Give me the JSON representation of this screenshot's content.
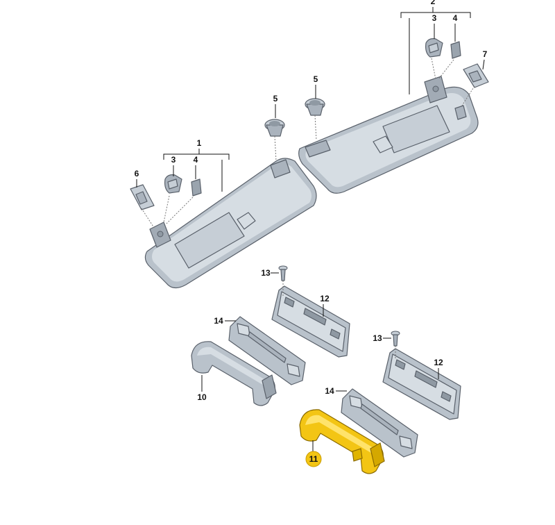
{
  "diagram": {
    "colors": {
      "part_fill": "#b9c2cb",
      "part_light": "#d6dde3",
      "part_dark": "#8f99a3",
      "highlight_fill": "#f3c514",
      "highlight_dark": "#c99c00",
      "label_text": "#111111"
    },
    "labels": {
      "l1": "1",
      "l2": "2",
      "l3a": "3",
      "l4a": "4",
      "l3b": "3",
      "l4b": "4",
      "l5a": "5",
      "l5b": "5",
      "l6": "6",
      "l7": "7",
      "l10": "10",
      "l11": "11",
      "l12a": "12",
      "l12b": "12",
      "l13a": "13",
      "l13b": "13",
      "l14a": "14",
      "l14b": "14"
    },
    "highlighted_part": "11"
  }
}
